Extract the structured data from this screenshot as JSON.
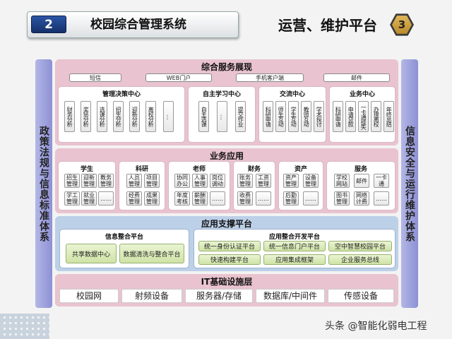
{
  "header": {
    "number": "2",
    "title": "校园综合管理系统",
    "right_title": "运营、维护平台",
    "right_number": "3"
  },
  "pillars": {
    "left": "政策法规与信息标准体系",
    "right": "信息安全与运行维护体系"
  },
  "layers": {
    "service": {
      "title": "综合服务展现",
      "channels": [
        "短信",
        "WEB门户",
        "手机客户端",
        "邮件"
      ],
      "centers": [
        {
          "title": "管理决策中心",
          "items": [
            "财务分析",
            "奖惩分析",
            "选课分析",
            "招生分析",
            "迎新分析",
            "离校分析",
            "…"
          ]
        },
        {
          "title": "自主学习中心",
          "items": [
            "自主选课",
            "…",
            "提交作业"
          ]
        },
        {
          "title": "交流中心",
          "items": [
            "科研申请",
            "师生互动",
            "学生互动",
            "教师互动",
            "学术探讨"
          ]
        },
        {
          "title": "业务中心",
          "items": [
            "科研申请",
            "申请贷款",
            "一卡通挂失",
            "办理离校",
            "年终总结"
          ]
        }
      ]
    },
    "business": {
      "title": "业务应用",
      "groups": [
        {
          "title": "学生",
          "items": [
            "招生管理",
            "迎新管理",
            "教务管理",
            "学工管理",
            "就业管理",
            "……"
          ]
        },
        {
          "title": "科研",
          "items": [
            "人员管理",
            "项目管理",
            "经费管理",
            "成果管理"
          ]
        },
        {
          "title": "老师",
          "items": [
            "协同办公",
            "人事管理",
            "岗位调动",
            "年度考核",
            "薪酬管理",
            "……"
          ]
        },
        {
          "title": "财务",
          "items": [
            "账务管理",
            "工资管理",
            "收费管理",
            "……"
          ]
        },
        {
          "title": "资产",
          "items": [
            "资产管理",
            "设备管理",
            "后勤管理",
            "……"
          ]
        },
        {
          "title": "服务",
          "items": [
            "学校网站",
            "邮件",
            "一卡通",
            "图书管理",
            "网络计费",
            "……"
          ]
        }
      ]
    },
    "support": {
      "title": "应用支撑平台",
      "info_title": "信息整合平台",
      "info_items": [
        "共享数据中心",
        "数据清洗与整合平台"
      ],
      "app_title": "应用整合开发平台",
      "app_items": [
        "统一身份认证平台",
        "统一信息门户平台",
        "空中智慧校园平台",
        "快速构建平台",
        "应用集成框架",
        "企业服务总线"
      ]
    },
    "infra": {
      "title": "IT基础设施层",
      "items": [
        "校园网",
        "射频设备",
        "服务器/存储",
        "数据库/中间件",
        "传感设备"
      ]
    }
  },
  "watermark": "头条 @智能化弱电工程",
  "colors": {
    "service_bg": "#e9c3cf",
    "business_bg": "#e9c3cf",
    "support_bg": "#bcd0e8",
    "infra_bg": "#e9c3cf",
    "pillar": "#a2a5de",
    "header_blue": "#1f3f85"
  }
}
